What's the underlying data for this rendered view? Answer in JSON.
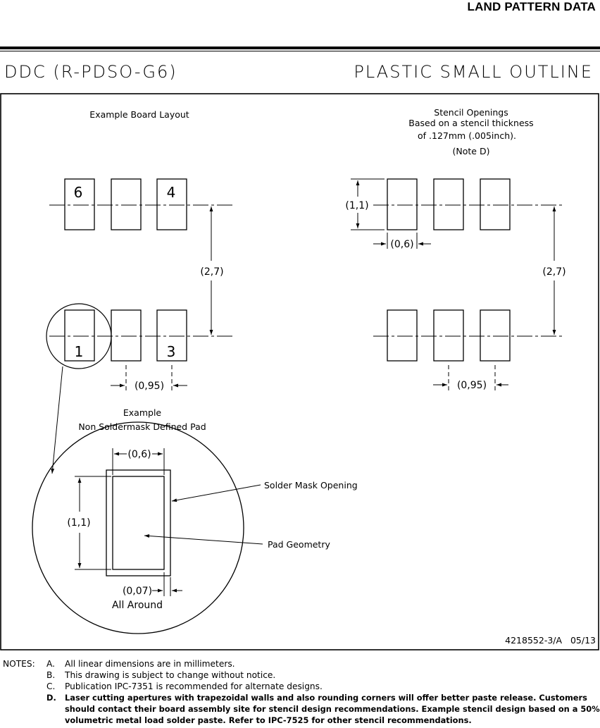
{
  "header": {
    "title": "LAND PATTERN DATA"
  },
  "package": {
    "code": "DDC (R-PDSO-G6)",
    "type": "PLASTIC SMALL OUTLINE"
  },
  "board_layout": {
    "title": "Example Board Layout",
    "pad_labels": {
      "top_left": "6",
      "top_right": "4",
      "bottom_left": "1",
      "bottom_right": "3"
    },
    "dim_row_spacing": "(2,7)",
    "dim_pitch": "(0,95)"
  },
  "stencil": {
    "title_lines": [
      "Stencil Openings",
      "Based on a stencil thickness",
      "of .127mm (.005inch).",
      "(Note D)"
    ],
    "dim_height": "(1,1)",
    "dim_width": "(0,6)",
    "dim_row_spacing": "(2,7)",
    "dim_pitch": "(0,95)"
  },
  "detail": {
    "title_lines": [
      "Example",
      "Non Soldermask Defined Pad"
    ],
    "dim_width": "(0,6)",
    "dim_height": "(1,1)",
    "dim_clearance": "(0,07)",
    "clearance_note": "All Around",
    "callout_mask": "Solder Mask Opening",
    "callout_pad": "Pad Geometry"
  },
  "drawing_number": "4218552-3/A   05/13",
  "notes": {
    "label": "NOTES:",
    "items": [
      {
        "key": "A.",
        "text": "All linear dimensions are in millimeters."
      },
      {
        "key": "B.",
        "text": "This drawing is subject to change without notice."
      },
      {
        "key": "C.",
        "text": "Publication IPC-7351 is recommended for alternate designs."
      },
      {
        "key": "D.",
        "text": "Laser cutting apertures with trapezoidal walls and also rounding corners will offer better paste release.  Customers should contact their board assembly site for stencil design recommendations.  Example stencil design based on a 50% volumetric metal load solder paste. Refer to IPC-7525 for other stencil recommendations."
      }
    ]
  }
}
